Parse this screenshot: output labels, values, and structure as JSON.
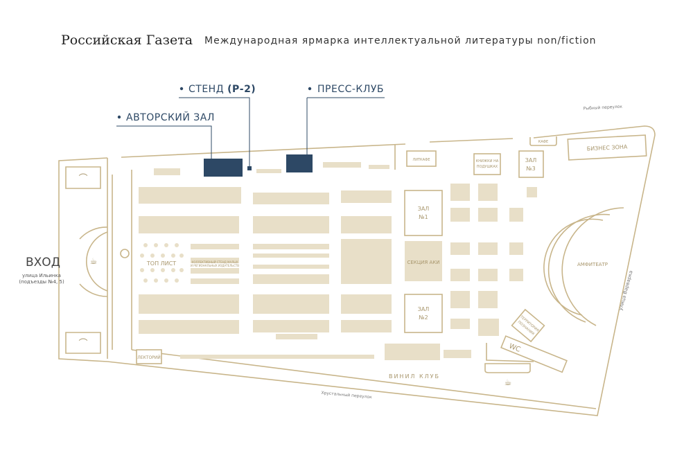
{
  "header": {
    "brand": "Российская Газета",
    "subtitle": "Международная ярмарка интеллектуальной литературы non/fiction"
  },
  "highlights": [
    {
      "label": "СТЕНД",
      "code": "(Р-2)"
    },
    {
      "label": "ПРЕСС-КЛУБ"
    },
    {
      "label": "АВТОРСКИЙ ЗАЛ"
    }
  ],
  "zones": {
    "entrance": "ВХОД",
    "entrance_address_1": "улица Ильинка",
    "entrance_address_2": "(подъезды №4, 5)",
    "top_list": "ТОП ЛИСТ",
    "collective_1": "КОЛЛЕКТИВНЫЙ СТЕНД МАЛЫХ",
    "collective_2": "И РЕГИОНАЛЬНЫХ ИЗДАТЕЛЬСТВ",
    "lectorium": "ЛЕКТОРИЙ",
    "litcafe": "ЛИТКАФЕ",
    "books_1": "КНИЖКИ НА",
    "books_2": "ПОДУШКАХ",
    "hall3_1": "ЗАЛ",
    "hall3_2": "№3",
    "hall1_1": "ЗАЛ",
    "hall1_2": "№1",
    "hall2_1": "ЗАЛ",
    "hall2_2": "№2",
    "aki": "СЕКЦИЯ АКИ",
    "cafe": "КАФЕ",
    "business": "БИЗНЕС ЗОНА",
    "amphitheatre": "АМФИТЕАТР",
    "territory_1": "ТЕРРИТОРИЯ",
    "territory_2": "ПОЗНАНИЯ",
    "wc": "WC",
    "vinyl": "ВИНИЛ КЛУБ"
  },
  "streets": {
    "north": "Рыбный переулок",
    "south": "Хрустальный переулок",
    "east": "улица Варварка"
  },
  "colors": {
    "highlight": "#2d4865",
    "block": "#e8dfc8",
    "outline": "#c8b58a"
  }
}
